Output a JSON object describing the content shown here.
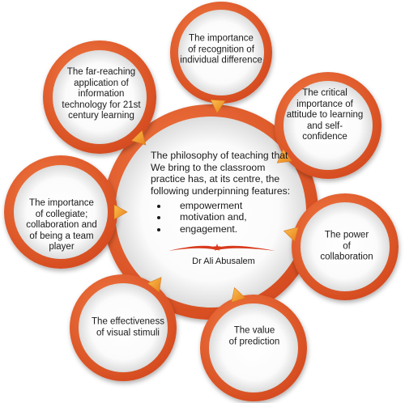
{
  "center": {
    "intro": "The philosophy of teaching that We bring to the classroom practice has, at its centre, the following underpinning features:",
    "bullets": [
      "empowerment",
      "motivation and,",
      "engagement."
    ],
    "author": "Dr Ali Abusalem"
  },
  "nodes": [
    {
      "id": "recognition",
      "label": "The importance\nof recognition of\nindividual difference"
    },
    {
      "id": "attitude",
      "label": "The critical\nimportance of\nattitude to learning\nand self-confidence"
    },
    {
      "id": "collaboration",
      "label": "The power\nof collaboration"
    },
    {
      "id": "prediction",
      "label": "The value\nof prediction"
    },
    {
      "id": "visual-stimuli",
      "label": "The effectiveness\nof visual stimuli"
    },
    {
      "id": "collegiate",
      "label": "The importance\nof collegiate;\ncollaboration and\nof being a team\nplayer"
    },
    {
      "id": "technology",
      "label": "The far-reaching\napplication of\ninformation\ntechnology for 21st\ncentury learning"
    }
  ],
  "colors": {
    "ring": "#e8582a",
    "ring_dark": "#c9431c",
    "arrow": "#f39c2c",
    "inner_fill": "#ffffff",
    "star": "#d83a1d"
  }
}
